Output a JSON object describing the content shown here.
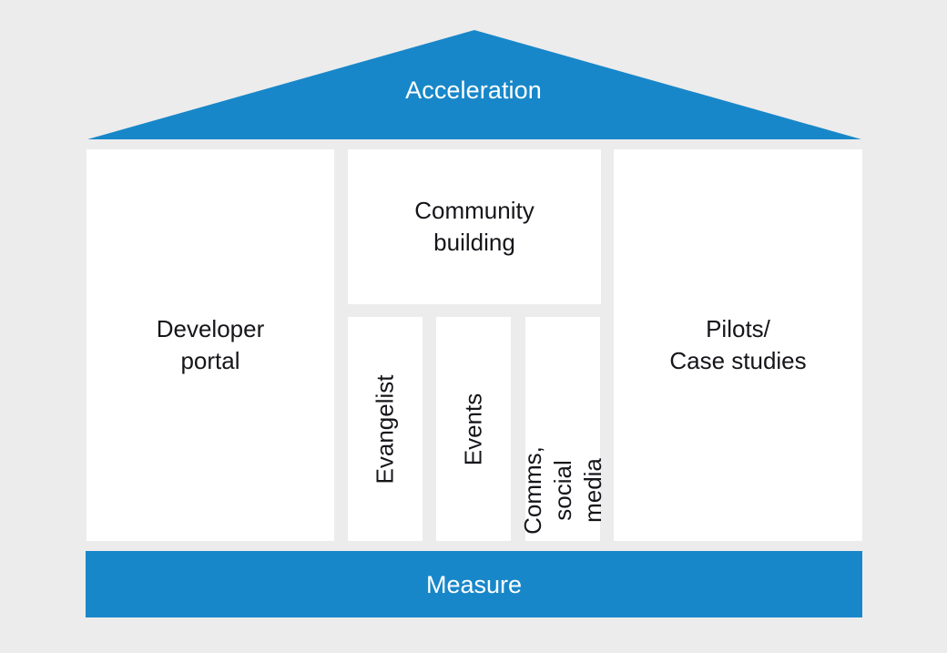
{
  "diagram": {
    "type": "temple-framework",
    "background_color": "#ececec",
    "accent_color": "#1887c9",
    "text_color": "#15151a",
    "panel_color": "#ffffff"
  },
  "roof": {
    "icon": "triangle-roof-shape",
    "label": "Acceleration",
    "fill_color": "#1887c9",
    "text_color": "#ffffff"
  },
  "pillars": [
    {
      "name": "developer-portal",
      "label": "Developer\nportal",
      "orientation": "horizontal"
    },
    {
      "name": "community-building",
      "label": "Community\nbuilding",
      "orientation": "horizontal"
    },
    {
      "name": "evangelist",
      "label": "Evangelist",
      "orientation": "vertical"
    },
    {
      "name": "events",
      "label": "Events",
      "orientation": "vertical"
    },
    {
      "name": "comms-social-media",
      "label": "Comms,\nsocial media",
      "orientation": "vertical"
    },
    {
      "name": "pilots-case-studies",
      "label": "Pilots/\nCase studies",
      "orientation": "horizontal"
    }
  ],
  "base": {
    "label": "Measure",
    "fill_color": "#1887c9",
    "text_color": "#ffffff"
  }
}
